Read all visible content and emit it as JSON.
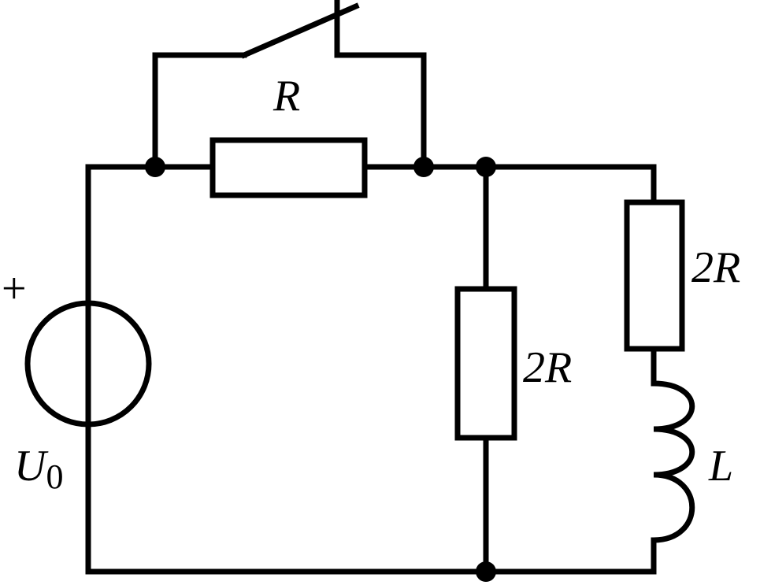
{
  "diagram": {
    "type": "circuit",
    "source": {
      "plus_sign": "+",
      "symbol": "U",
      "subscript": "0"
    },
    "series_resistor": {
      "label": "R"
    },
    "middle_branch_resistor": {
      "label": "2R"
    },
    "right_branch_resistor": {
      "label": "2R"
    },
    "inductor": {
      "label": "L"
    },
    "switch": {
      "state": "open",
      "parallel_to": "R"
    }
  }
}
